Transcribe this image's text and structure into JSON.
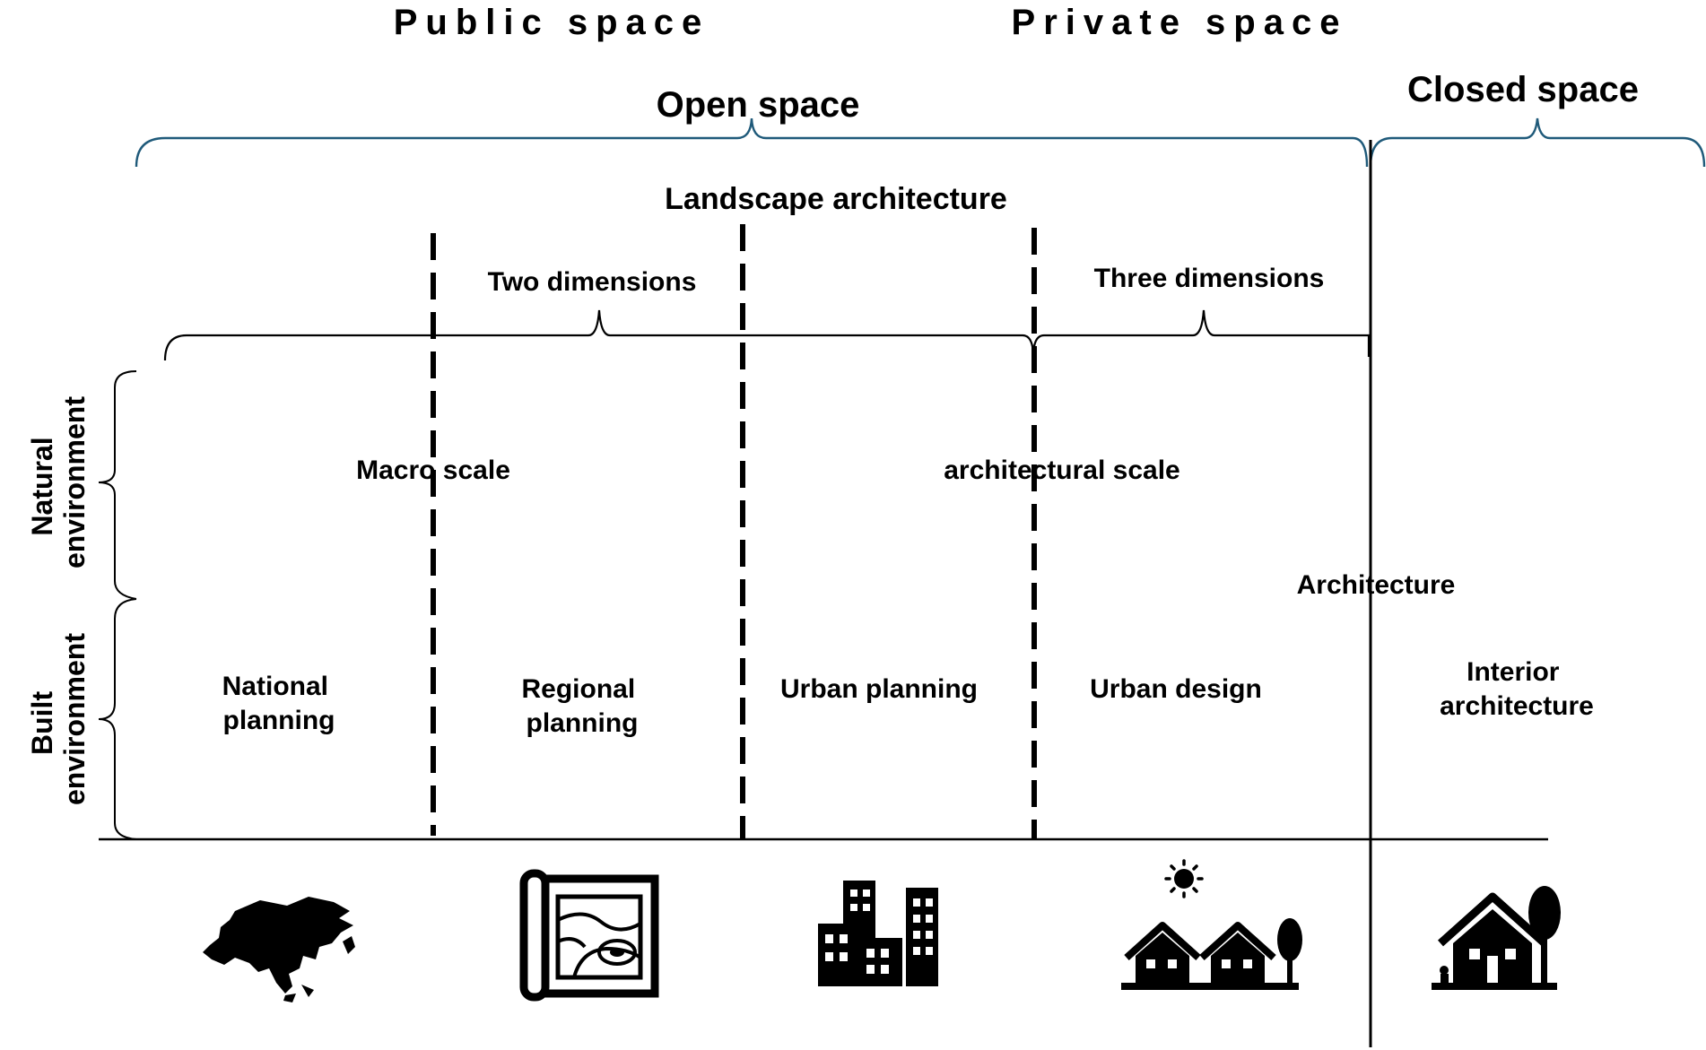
{
  "header": {
    "public_space": "Public space",
    "private_space": "Private space"
  },
  "braces": {
    "open_space": "Open space",
    "closed_space": "Closed space",
    "two_dimensions": "Two dimensions",
    "three_dimensions": "Three dimensions"
  },
  "labels": {
    "landscape_architecture": "Landscape architecture",
    "macro_scale": "Macro scale",
    "architectural_scale": "architectural scale",
    "architecture": "Architecture"
  },
  "axis": {
    "natural_environment": [
      "Natural",
      "environment"
    ],
    "built_environment": [
      "Built",
      "environment"
    ]
  },
  "fields": {
    "national_planning": [
      "National",
      "planning"
    ],
    "regional_planning": [
      "Regional",
      "planning"
    ],
    "urban_planning": "Urban planning",
    "urban_design": "Urban design",
    "interior_architecture": [
      "Interior",
      "architecture"
    ]
  },
  "icons": [
    "asia-map-icon",
    "blueprint-map-icon",
    "city-buildings-icon",
    "houses-with-sun-icon",
    "house-with-tree-icon"
  ],
  "colors": {
    "brace_blue": "#1f5a7a",
    "ink": "#000000"
  }
}
